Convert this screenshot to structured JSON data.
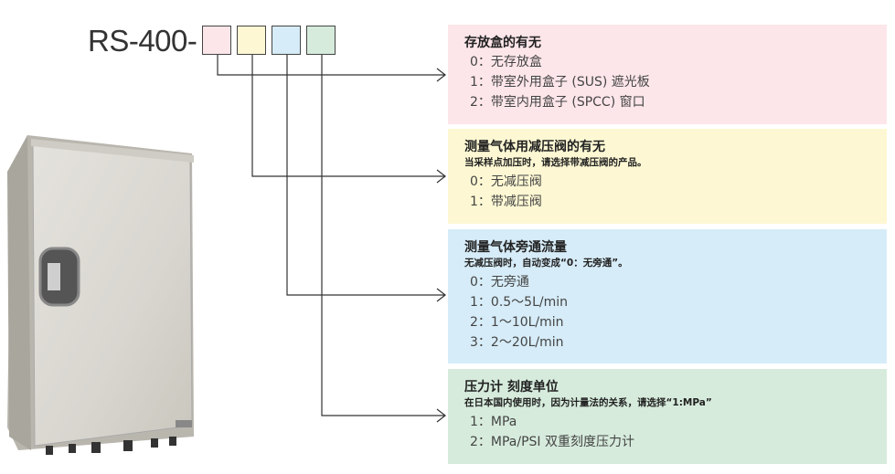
{
  "model_code": {
    "prefix": "RS-400-",
    "slots": [
      {
        "color": "#fde6ea"
      },
      {
        "color": "#fdf8d3"
      },
      {
        "color": "#d6ecf8"
      },
      {
        "color": "#d6ebdc"
      }
    ]
  },
  "panels": [
    {
      "title": "存放盒的有无",
      "note": null,
      "color": "#fde6ea",
      "options": [
        "0：无存放盒",
        "1：带室外用盒子 (SUS) 遮光板",
        "2：带室内用盒子 (SPCC) 窗口"
      ]
    },
    {
      "title": "测量气体用减压阀的有无",
      "note": "当采样点加压时，请选择带减压阀的产品。",
      "color": "#fdf8d3",
      "options": [
        "0：无减压阀",
        "1：带减压阀"
      ]
    },
    {
      "title": "测量气体旁通流量",
      "note": "无减压阀时，自动变成“0：无旁通”。",
      "color": "#d6ecf8",
      "options": [
        "0：无旁通",
        "1：0.5～5L/min",
        "2：1～10L/min",
        "3：2～20L/min"
      ]
    },
    {
      "title": "压力计 刻度单位",
      "note": "在日本国内使用时，因为计量法的关系，请选择“1:MPa”",
      "color": "#d6ebdc",
      "options": [
        "1：MPa",
        "2：MPa/PSI 双重刻度压力计"
      ]
    }
  ]
}
